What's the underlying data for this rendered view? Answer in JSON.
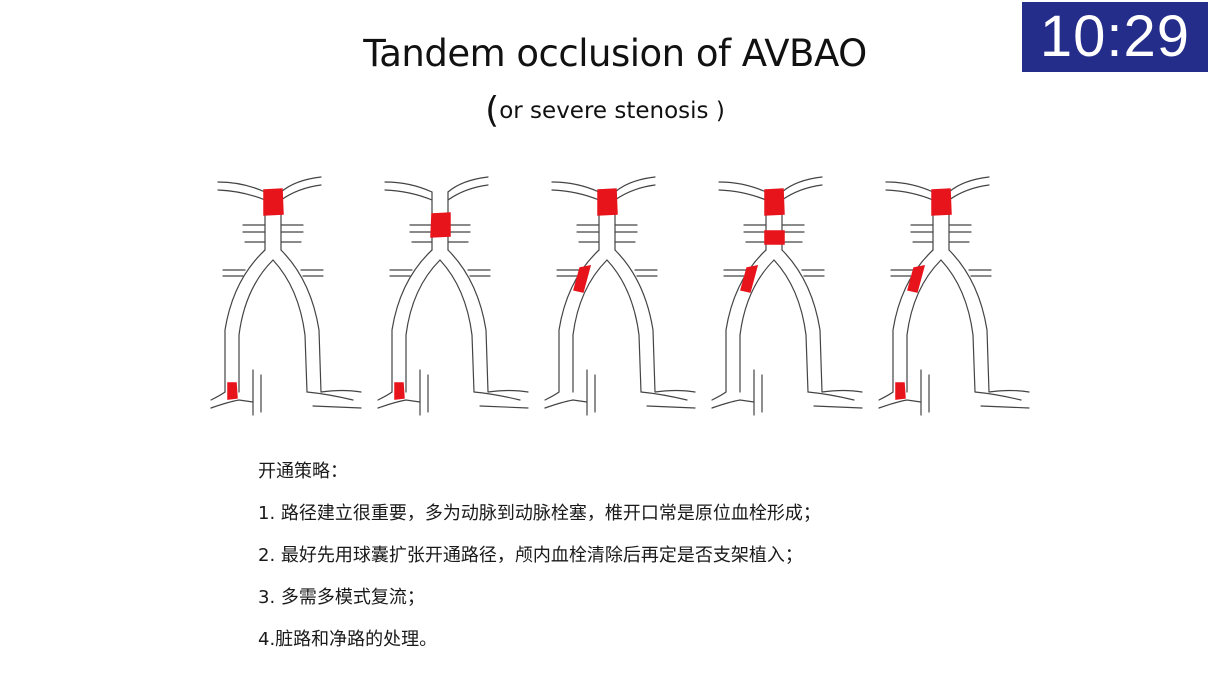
{
  "clock": {
    "time": "10:29"
  },
  "slide": {
    "title": "Tandem occlusion of AVBAO",
    "subtitle_open": "(",
    "subtitle_text": "or severe stenosis )"
  },
  "diagrams": [
    {
      "occlusions": [
        "vertebrobasilar-junction",
        "distal-vertebral"
      ]
    },
    {
      "occlusions": [
        "basilar-top",
        "distal-vertebral"
      ]
    },
    {
      "occlusions": [
        "vertebrobasilar-junction",
        "mid-vertebral"
      ]
    },
    {
      "occlusions": [
        "vertebrobasilar-junction",
        "basilar-mid",
        "mid-vertebral"
      ]
    },
    {
      "occlusions": [
        "vertebrobasilar-junction",
        "mid-vertebral",
        "distal-vertebral"
      ]
    }
  ],
  "colors": {
    "occlusion": "#e8141c",
    "clock_bg": "#242d8a",
    "vessel": "#444444"
  },
  "strategy": {
    "heading": "开通策略：",
    "items": [
      "1.  路径建立很重要，多为动脉到动脉栓塞，椎开口常是原位血栓形成；",
      "2.  最好先用球囊扩张开通路径，颅内血栓清除后再定是否支架植入；",
      "3. 多需多模式复流；",
      "4.脏路和净路的处理。"
    ]
  }
}
